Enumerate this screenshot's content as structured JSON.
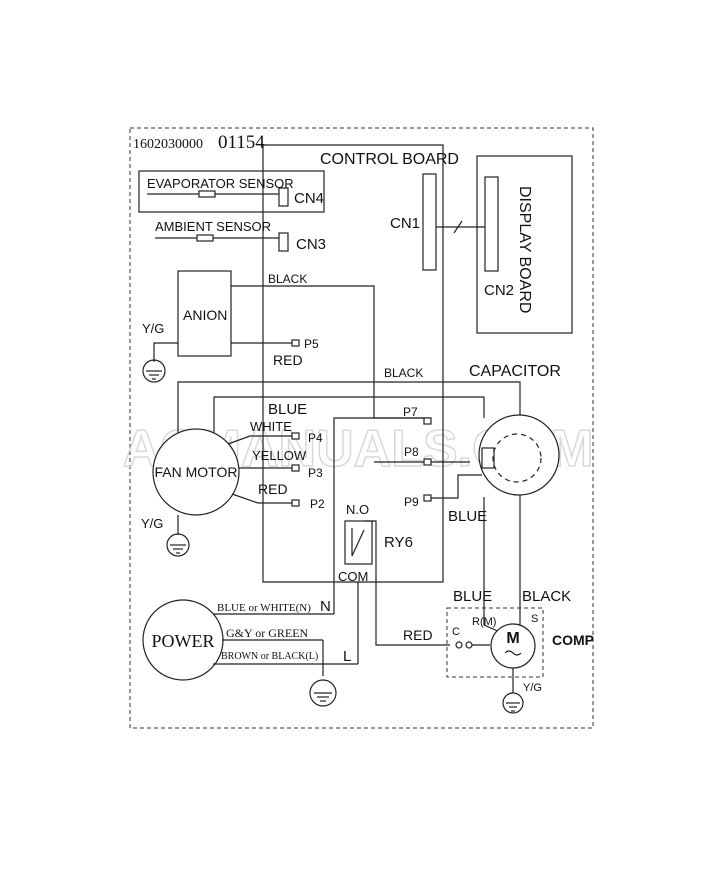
{
  "diagram": {
    "code": "1602030000",
    "code_suffix": "01154",
    "watermark": "ACMANUALS.COM",
    "control_board": "CONTROL BOARD",
    "display_board": "DISPLAY BOARD",
    "evaporator_sensor": "EVAPORATOR SENSOR",
    "ambient_sensor": "AMBIENT SENSOR",
    "anion": "ANION",
    "fan_motor": "FAN MOTOR",
    "capacitor": "CAPACITOR",
    "power": "POWER",
    "relay": "RY6",
    "relay_no": "N.O",
    "relay_com": "COM",
    "comp": "COMP",
    "motor_symbol": "M",
    "connectors": {
      "cn1": "CN1",
      "cn2": "CN2",
      "cn3": "CN3",
      "cn4": "CN4",
      "p2": "P2",
      "p3": "P3",
      "p4": "P4",
      "p5": "P5",
      "p7": "P7",
      "p8": "P8",
      "p9": "P9"
    },
    "wires": {
      "black_anion": "BLACK",
      "red_anion": "RED",
      "black_cap": "BLACK",
      "blue_fan": "BLUE",
      "white": "WHITE",
      "yellow": "YELLOW",
      "red_fan": "RED",
      "blue_cap": "BLUE",
      "blue_comp": "BLUE",
      "black_comp": "BLACK",
      "red_relay": "RED",
      "power_n": "BLUE or WHITE(N)",
      "power_g": "G&Y or GREEN",
      "power_l": "BROWN or BLACK(L)",
      "n": "N",
      "l": "L"
    },
    "ground_labels": {
      "anion": "Y/G",
      "fan": "Y/G",
      "comp": "Y/G"
    },
    "comp_terminals": {
      "c": "C",
      "r": "R(M)",
      "s": "S"
    }
  }
}
